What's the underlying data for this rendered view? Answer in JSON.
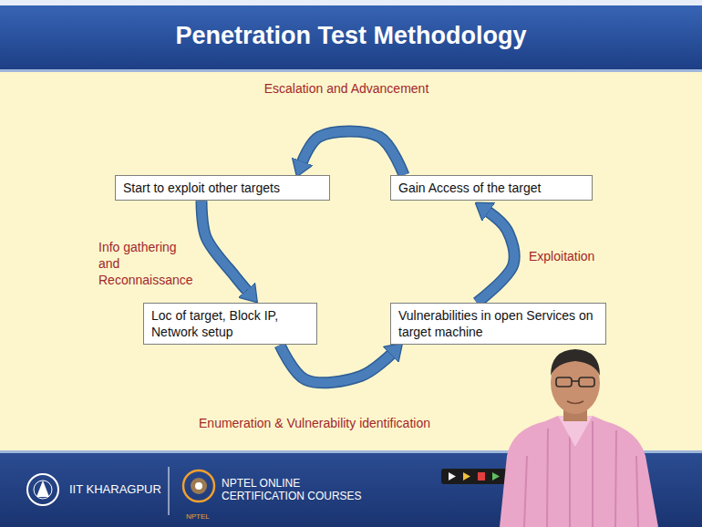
{
  "diagram": {
    "title": "Penetration Test Methodology",
    "nodes": [
      {
        "text": [
          "Start to exploit other targets"
        ]
      },
      {
        "text": [
          "Gain Access of the target"
        ]
      },
      {
        "text": [
          "Loc of target, Block IP, Network setup"
        ]
      },
      {
        "text": [
          "Vulnerabilities in open Services on target machine"
        ]
      }
    ],
    "edges": [
      {
        "from": 1,
        "to": 0,
        "label": "Escalation and Advancement",
        "arrow": "to"
      },
      {
        "from": 0,
        "to": 2,
        "label": "Info gathering and Reconnaissance",
        "arrow": "to"
      },
      {
        "from": 2,
        "to": 3,
        "label": "Enumeration & Vulnerability identification",
        "arrow": "to"
      },
      {
        "from": 3,
        "to": 1,
        "label": "Exploitation",
        "arrow": "to"
      }
    ],
    "labels": [
      "IIT KHARAGPUR",
      "NPTEL ONLINE CERTIFICATION COURSES",
      "NPTEL"
    ]
  }
}
